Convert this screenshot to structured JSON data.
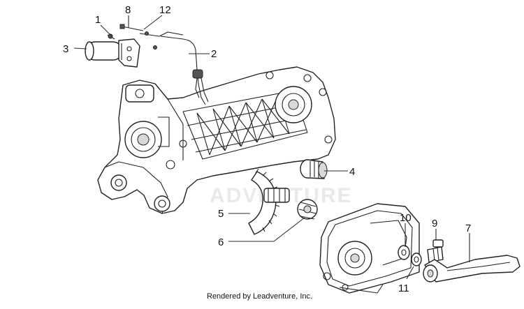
{
  "callouts": [
    {
      "id": "c1",
      "label": "1"
    },
    {
      "id": "c2",
      "label": "2"
    },
    {
      "id": "c3",
      "label": "3"
    },
    {
      "id": "c4",
      "label": "4"
    },
    {
      "id": "c5",
      "label": "5"
    },
    {
      "id": "c6",
      "label": "6"
    },
    {
      "id": "c7",
      "label": "7"
    },
    {
      "id": "c8",
      "label": "8"
    },
    {
      "id": "c9",
      "label": "9"
    },
    {
      "id": "c10",
      "label": "10"
    },
    {
      "id": "c11",
      "label": "11"
    },
    {
      "id": "c12",
      "label": "12"
    }
  ],
  "watermark": "ADVENTURE",
  "footer": {
    "credit": "Rendered by Leadventure, Inc."
  }
}
